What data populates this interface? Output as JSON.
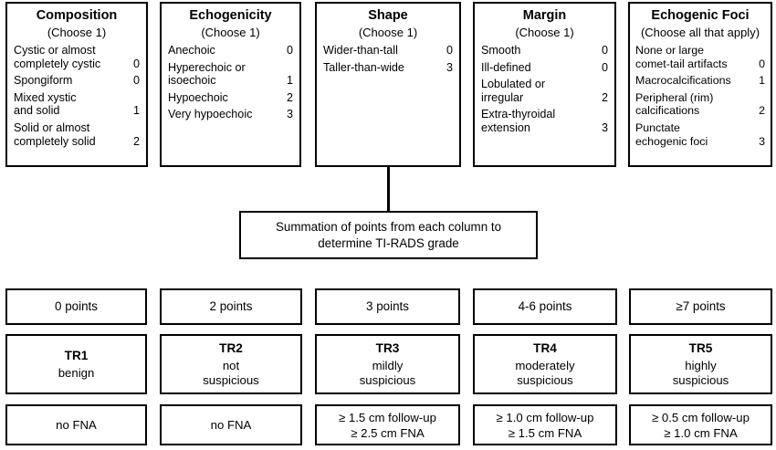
{
  "diagram": {
    "title": "ACR TI-RADS scoring diagram",
    "colors": {
      "ink": "#000000",
      "paper": "#ffffff"
    }
  },
  "features": [
    {
      "name": "composition",
      "heading": "Composition",
      "subheading": "(Choose 1)",
      "rows": [
        {
          "label": "Cystic or almost\ncompletely cystic",
          "points": "0"
        },
        {
          "label": "Spongiform",
          "points": "0"
        },
        {
          "label": "Mixed xystic\nand solid",
          "points": "1"
        },
        {
          "label": "Solid or almost\ncompletely solid",
          "points": "2"
        }
      ]
    },
    {
      "name": "echogenicity",
      "heading": "Echogenicity",
      "subheading": "(Choose 1)",
      "rows": [
        {
          "label": "Anechoic",
          "points": "0"
        },
        {
          "label": "Hyperechoic or\nisoechoic",
          "points": "1"
        },
        {
          "label": "Hypoechoic",
          "points": "2"
        },
        {
          "label": "Very hypoechoic",
          "points": "3"
        }
      ]
    },
    {
      "name": "shape",
      "heading": "Shape",
      "subheading": "(Choose 1)",
      "rows": [
        {
          "label": "Wider-than-tall",
          "points": "0"
        },
        {
          "label": "Taller-than-wide",
          "points": "3"
        }
      ]
    },
    {
      "name": "margin",
      "heading": "Margin",
      "subheading": "(Choose 1)",
      "rows": [
        {
          "label": "Smooth",
          "points": "0"
        },
        {
          "label": "Ill-defined",
          "points": "0"
        },
        {
          "label": "Lobulated or\nirregular",
          "points": "2"
        },
        {
          "label": "Extra-thyroidal\nextension",
          "points": "3"
        }
      ]
    },
    {
      "name": "echogenic-foci",
      "heading": "Echogenic Foci",
      "subheading": "(Choose all that apply)",
      "rows": [
        {
          "label": "None or large\ncomet-tail artifacts",
          "points": "0"
        },
        {
          "label": "Macrocalcifications",
          "points": "1"
        },
        {
          "label": "Peripheral (rim)\ncalcifications",
          "points": "2"
        },
        {
          "label": "Punctate\nechogenic foci",
          "points": "3"
        }
      ]
    }
  ],
  "summation": {
    "line1": "Summation of points from each column to",
    "line2": "determine TI-RADS grade"
  },
  "grades": [
    {
      "points": "0 points",
      "tr": "TR1",
      "descriptor": "benign",
      "fna": [
        "no FNA"
      ]
    },
    {
      "points": "2 points",
      "tr": "TR2",
      "descriptor": "not\nsuspicious",
      "fna": [
        "no FNA"
      ]
    },
    {
      "points": "3 points",
      "tr": "TR3",
      "descriptor": "mildly\nsuspicious",
      "fna": [
        "≥ 1.5 cm follow-up",
        "≥ 2.5 cm FNA"
      ]
    },
    {
      "points": "4-6 points",
      "tr": "TR4",
      "descriptor": "moderately\nsuspicious",
      "fna": [
        "≥ 1.0 cm follow-up",
        "≥ 1.5 cm FNA"
      ]
    },
    {
      "points": "≥7 points",
      "tr": "TR5",
      "descriptor": "highly\nsuspicious",
      "fna": [
        "≥ 0.5 cm follow-up",
        "≥ 1.0 cm FNA"
      ]
    }
  ]
}
